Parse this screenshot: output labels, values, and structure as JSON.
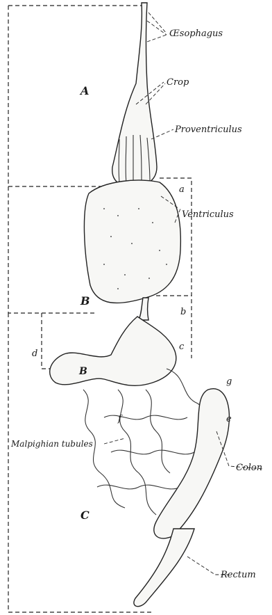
{
  "figure": {
    "regions": {
      "a_upper": "A",
      "b_middle": "B",
      "c_lower": "C",
      "b_small": "B"
    },
    "labels": {
      "oesophagus": "Œsophagus",
      "crop": "Crop",
      "proventriculus": "Proventriculus",
      "ventriculus": "Ventriculus",
      "malpighian": "Malpighian tubules",
      "colon": "Colon",
      "rectum": "Rectum"
    },
    "letters": {
      "a": "a",
      "b": "b",
      "c": "c",
      "d": "d",
      "e": "e",
      "f": "f",
      "g": "g"
    },
    "colors": {
      "ink": "#1a1a1a",
      "paper": "#ffffff"
    }
  }
}
